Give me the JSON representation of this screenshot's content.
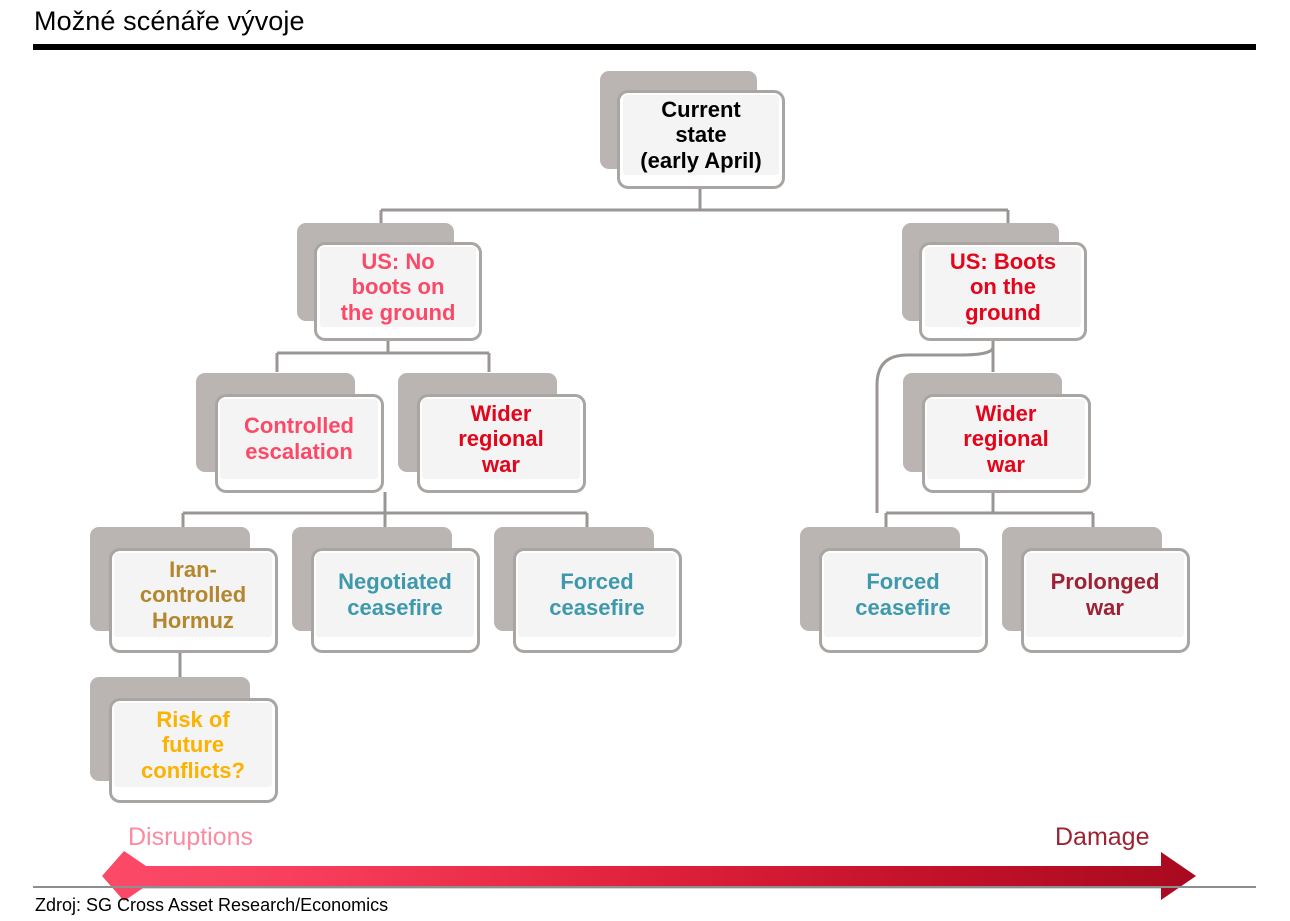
{
  "slide": {
    "title": "Možné scénáře vývoje",
    "source": "Zdroj: SG Cross Asset Research/Economics"
  },
  "colors": {
    "pink": "#fb4a68",
    "light_pink": "#fb8ba1",
    "red": "#e3051b",
    "teal": "#3e99ac",
    "gold": "#b3872f",
    "orange": "#fbb200",
    "dark_red": "#9d2235",
    "box_border": "#a9a5a2",
    "box_shadow": "#bab5b3",
    "connector": "#9a9694",
    "black": "#000000"
  },
  "diagram": {
    "type": "tree",
    "nodes": [
      {
        "id": "current",
        "label": "Current\nstate\n(early April)",
        "color": "#000000",
        "level": 0
      },
      {
        "id": "no-boots",
        "label": "US: No\nboots on\nthe ground",
        "color": "#fb4a68",
        "level": 1
      },
      {
        "id": "boots",
        "label": "US: Boots\non the\nground",
        "color": "#e3051b",
        "level": 1
      },
      {
        "id": "controlled",
        "label": "Controlled\nescalation",
        "color": "#fb4a68",
        "level": 2
      },
      {
        "id": "wider-left",
        "label": "Wider\nregional\nwar",
        "color": "#e3051b",
        "level": 2
      },
      {
        "id": "wider-right",
        "label": "Wider\nregional\nwar",
        "color": "#e3051b",
        "level": 2
      },
      {
        "id": "hormuz",
        "label": "Iran-\ncontrolled\nHormuz",
        "color": "#b3872f",
        "level": 3
      },
      {
        "id": "negotiated",
        "label": "Negotiated\nceasefire",
        "color": "#3e99ac",
        "level": 3
      },
      {
        "id": "forced-left",
        "label": "Forced\nceasefire",
        "color": "#3e99ac",
        "level": 3
      },
      {
        "id": "forced-right",
        "label": "Forced\nceasefire",
        "color": "#3e99ac",
        "level": 3
      },
      {
        "id": "prolonged",
        "label": "Prolonged\nwar",
        "color": "#9d2235",
        "level": 3
      },
      {
        "id": "risk",
        "label": "Risk of\nfuture\nconflicts?",
        "color": "#fbb200",
        "level": 4
      }
    ],
    "edges": [
      {
        "from": "current",
        "to": "no-boots"
      },
      {
        "from": "current",
        "to": "boots"
      },
      {
        "from": "no-boots",
        "to": "controlled"
      },
      {
        "from": "no-boots",
        "to": "wider-left"
      },
      {
        "from": "controlled",
        "to": "hormuz"
      },
      {
        "from": "controlled",
        "to": "negotiated"
      },
      {
        "from": "wider-left",
        "to": "forced-left"
      },
      {
        "from": "boots",
        "to": "wider-right"
      },
      {
        "from": "boots",
        "to": "forced-right"
      },
      {
        "from": "wider-right",
        "to": "forced-right"
      },
      {
        "from": "wider-right",
        "to": "prolonged"
      },
      {
        "from": "hormuz",
        "to": "risk"
      }
    ]
  },
  "spectrum": {
    "left_label": "Disruptions",
    "right_label": "Damage",
    "left_color": "#fb8ba1",
    "right_color": "#9d2235"
  }
}
